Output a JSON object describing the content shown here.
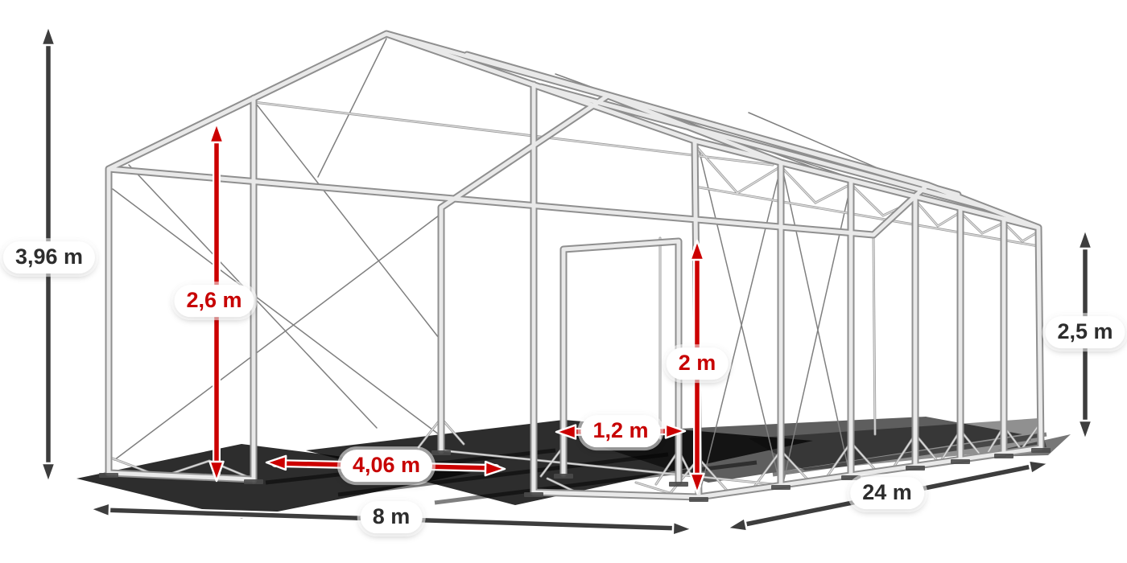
{
  "diagram": {
    "kind": "tent-frame-dimension-diagram"
  },
  "dimensions": {
    "total_height": {
      "label": "3,96 m",
      "color": "dark"
    },
    "entrance_height": {
      "label": "2,6 m",
      "color": "red"
    },
    "inner_passage_height": {
      "label": "2 m",
      "color": "red"
    },
    "inner_passage_width": {
      "label": "1,2 m",
      "color": "red"
    },
    "entrance_width": {
      "label": "4,06 m",
      "color": "red"
    },
    "frame_width": {
      "label": "8 m",
      "color": "dark"
    },
    "frame_length": {
      "label": "24 m",
      "color": "dark"
    },
    "side_height": {
      "label": "2,5 m",
      "color": "dark"
    }
  },
  "colors": {
    "background": "#ffffff",
    "red_accent": "#cc0000",
    "dark_arrow": "#3d3d3d",
    "label_background": "#ffffff",
    "frame_metal": "#c9c9c9",
    "ground_shadow": "#0a0a0a"
  }
}
